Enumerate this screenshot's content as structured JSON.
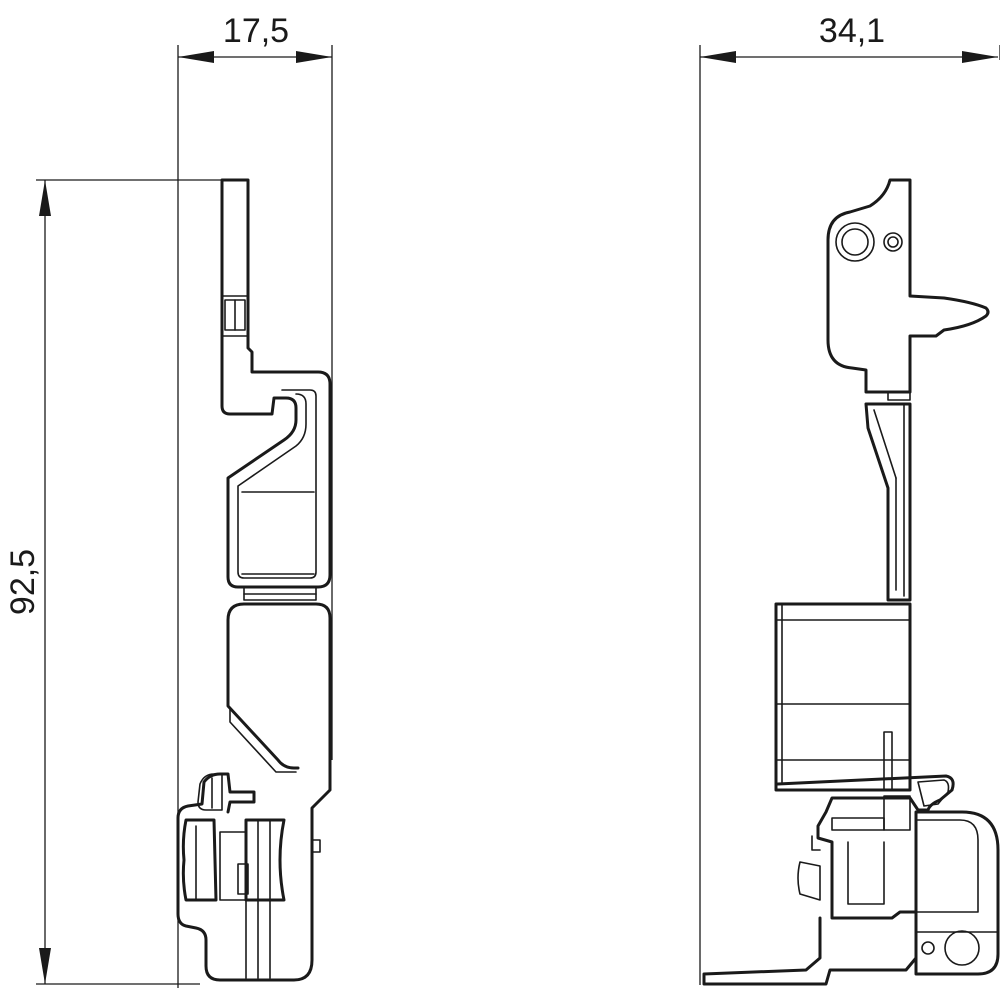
{
  "dimensions": {
    "width_side": "17,5",
    "width_front": "34,1",
    "height": "92,5"
  },
  "colors": {
    "line": "#1a1a1a",
    "background": "#ffffff"
  }
}
